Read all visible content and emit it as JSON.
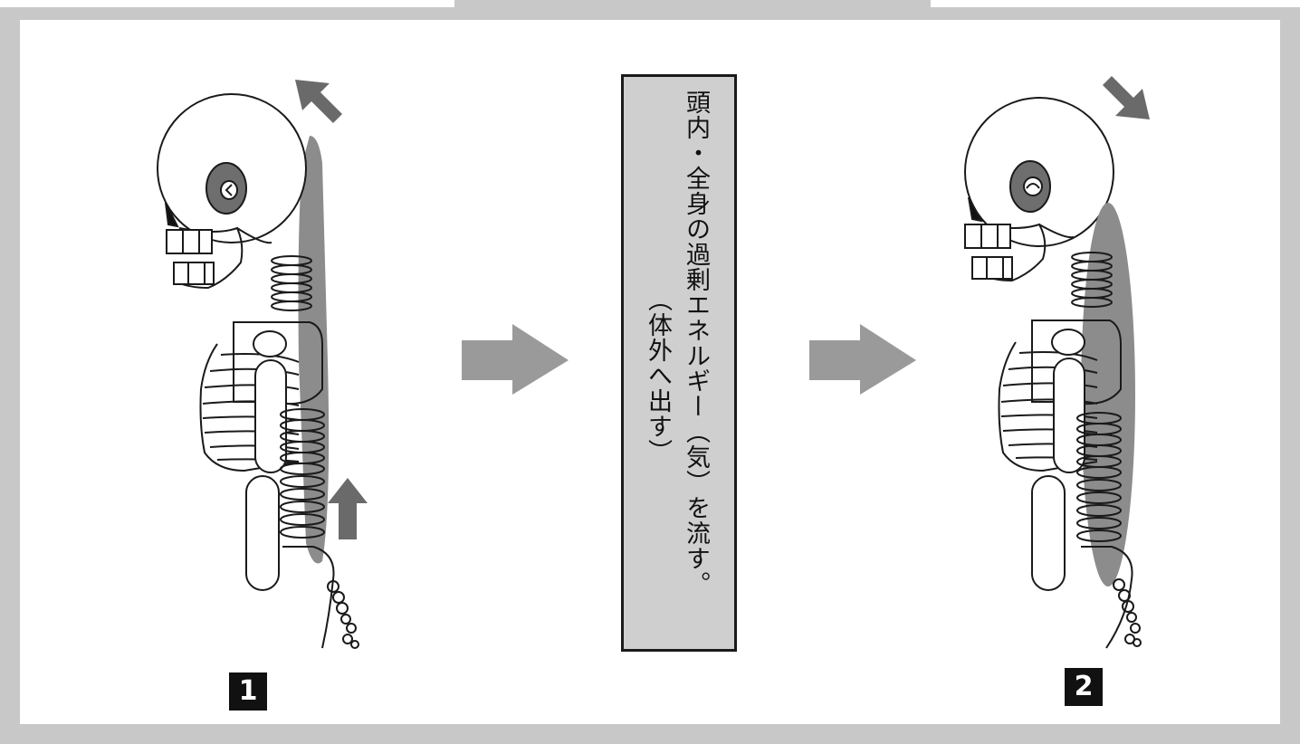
{
  "text_panel": {
    "line1": "頭内・全身の過剰エネルギー（気）を流す。",
    "line2": "（体外へ出す）"
  },
  "steps": [
    {
      "number": "1"
    },
    {
      "number": "2"
    }
  ],
  "colors": {
    "frame_gray": "#c8c8c8",
    "flow_gray": "#8c8c8c",
    "arrow_gray": "#9a9a9a",
    "panel_bg": "#cfcfcf",
    "line": "#1a1a1a"
  }
}
